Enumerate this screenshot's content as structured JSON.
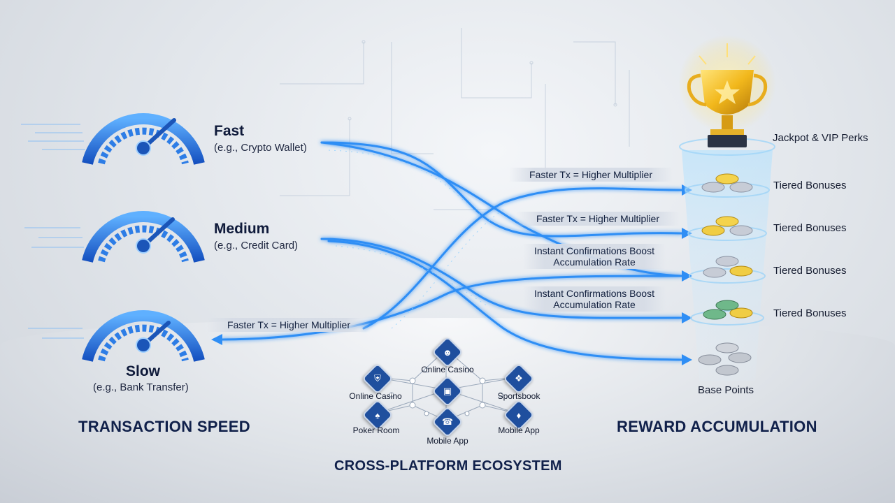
{
  "speeds": [
    {
      "title": "Fast",
      "example": "(e.g., Crypto Wallet)",
      "icon": "speedometer-icon"
    },
    {
      "title": "Medium",
      "example": "(e.g., Credit Card)",
      "icon": "speedometer-icon"
    },
    {
      "title": "Slow",
      "example": "(e.g., Bank Transfer)",
      "icon": "speedometer-icon"
    }
  ],
  "flow_labels": [
    "Faster Tx = Higher Multiplier",
    "Faster Tx = Higher Multiplier",
    "Instant Confirmations Boost Accumulation Rate",
    "Instant Confirmations Boost Accumulation Rate",
    "Faster Tx = Higher Multiplier"
  ],
  "rewards": [
    {
      "label": "Jackpot & VIP Perks",
      "icon": "trophy-icon"
    },
    {
      "label": "Tiered Bonuses",
      "icon": "coin-stack-icon"
    },
    {
      "label": "Tiered Bonuses",
      "icon": "coin-stack-icon"
    },
    {
      "label": "Tiered Bonuses",
      "icon": "coin-stack-icon"
    },
    {
      "label": "Tiered Bonuses",
      "icon": "coin-stack-icon"
    },
    {
      "label": "Base Points",
      "icon": "coin-stack-icon"
    }
  ],
  "ecosystem_nodes": [
    {
      "label": "Online Casino",
      "icon": "user-icon"
    },
    {
      "label": "Online Casino",
      "icon": "shield-icon"
    },
    {
      "label": "Sportsbook",
      "icon": "cube-icon"
    },
    {
      "label": "Poker Room",
      "icon": "spade-icon"
    },
    {
      "label": "Mobile App",
      "icon": "phone-icon"
    },
    {
      "label": "Mobile App",
      "icon": "ticket-icon"
    }
  ],
  "sections": {
    "left": "TRANSACTION SPEED",
    "center": "CROSS-PLATFORM ECOSYSTEM",
    "right": "REWARD ACCUMULATION"
  },
  "colors": {
    "flow_blue": "#2f8ef5",
    "gauge_blue": "#1d6fe0",
    "navy": "#10204a",
    "gold": "#f2c230"
  }
}
